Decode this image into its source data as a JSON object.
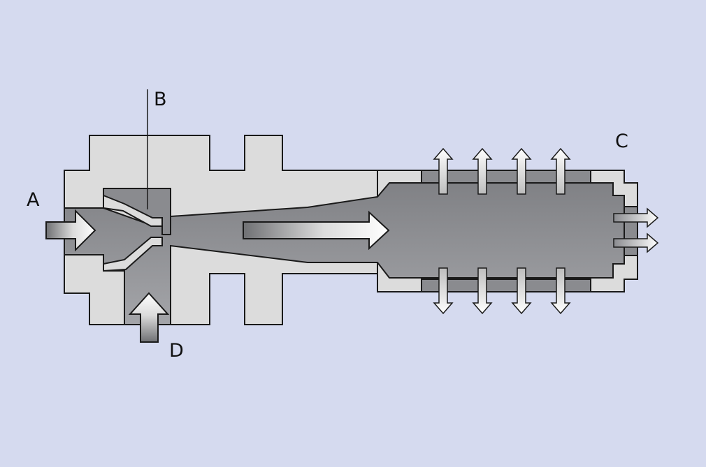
{
  "diagram": {
    "labels": {
      "a": "A",
      "b": "B",
      "c": "C",
      "d": "D"
    }
  },
  "colors": {
    "background": "#d5daef",
    "housing": "#dcdcdc",
    "cavity": "#8e8f93",
    "outline": "#1a1a1a"
  }
}
